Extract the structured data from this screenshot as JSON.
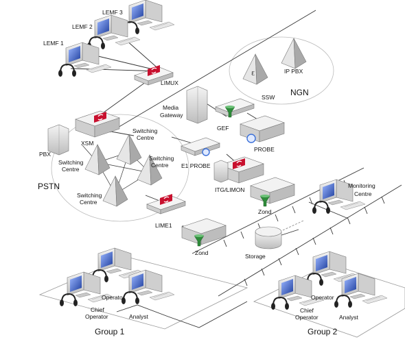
{
  "labels": {
    "lemf1": "LEMF 1",
    "lemf2": "LEMF 2",
    "lemf3": "LEMF 3",
    "limux": "LIMUX",
    "ngn": "NGN",
    "ssw": "SSW",
    "ip_pbx": "IP PBX",
    "media_gateway_1": "Media",
    "media_gateway_2": "Gateway",
    "gef": "GEF",
    "probe": "PROBE",
    "xsm": "XSM",
    "pbx": "PBX",
    "sc_top_1": "Switching",
    "sc_top_2": "Centre",
    "sc_left_1": "Switching",
    "sc_left_2": "Centre",
    "sc_right_1": "Switching",
    "sc_right_2": "Centre",
    "sc_bottom_1": "Switching",
    "sc_bottom_2": "Centre",
    "e1_probe": "E1 PROBE",
    "itg_limon": "ITG/LIMON",
    "pstn": "PSTN",
    "zond_right": "Zond",
    "zond_left": "Zond",
    "monitoring_1": "Monitoring",
    "monitoring_2": "Centre",
    "lime1": "LIME1",
    "storage": "Storage",
    "g1_operator": "Operator",
    "g1_chief_1": "Chief",
    "g1_chief_2": "Operator",
    "g1_analyst": "Analyst",
    "g1_group": "Group 1",
    "g2_operator": "Operator",
    "g2_chief_1": "Chief",
    "g2_chief_2": "Operator",
    "g2_analyst": "Analyst",
    "g2_group": "Group 2"
  },
  "colors": {
    "accent_red": "#c8102e",
    "funnel_green": "#2e8b3a",
    "lens_blue": "#3a6fd8",
    "device_gray": "#d8d8d8",
    "line": "#333333"
  }
}
